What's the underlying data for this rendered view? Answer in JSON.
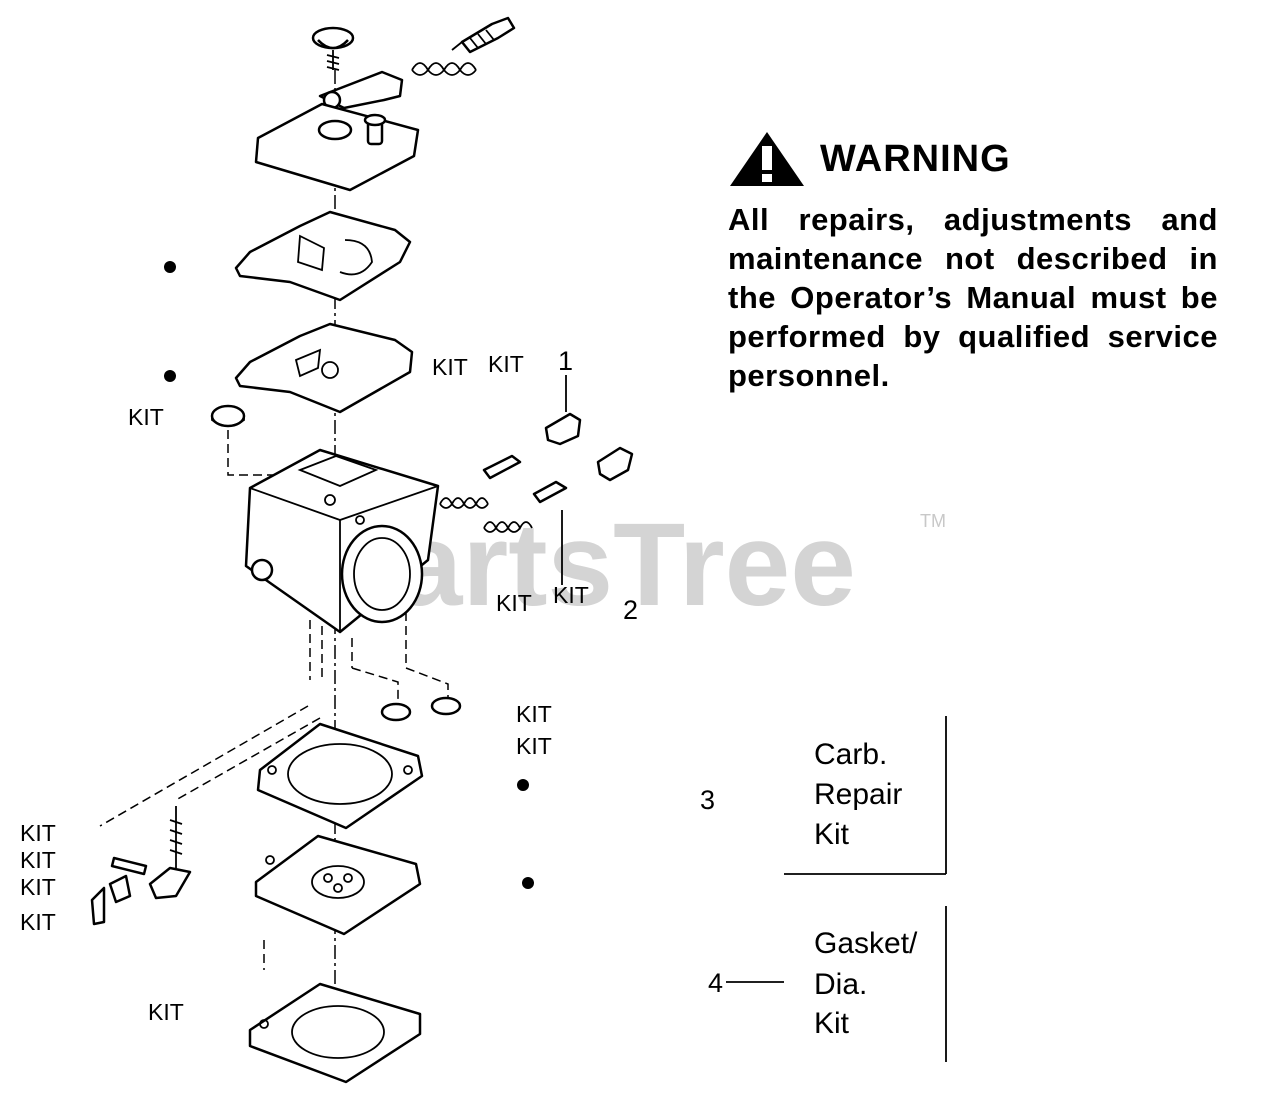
{
  "watermark": {
    "brand": "PartsTree",
    "trademark": "TM"
  },
  "warning": {
    "title": "WARNING",
    "icon": "warning-triangle-icon",
    "body": "All repairs, adjustments and maintenance not described in the Operator’s Manual must be performed by qualified service personnel."
  },
  "callouts": {
    "kit_label": "KIT",
    "num_1": "1",
    "num_2": "2",
    "num_3": "3",
    "num_4": "4"
  },
  "legend": {
    "carb_repair_kit": [
      "Carb.",
      "Repair",
      "Kit"
    ],
    "gasket_dia_kit": [
      "Gasket/",
      "Dia.",
      "Kit"
    ]
  }
}
